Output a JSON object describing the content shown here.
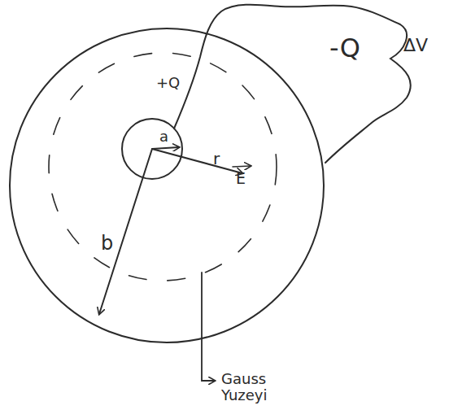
{
  "diagram": {
    "labels": [
      "+Q",
      "a",
      "r",
      "E",
      "b",
      "-Q",
      "ΔV",
      "Gauss Yuzeyi"
    ]
  }
}
